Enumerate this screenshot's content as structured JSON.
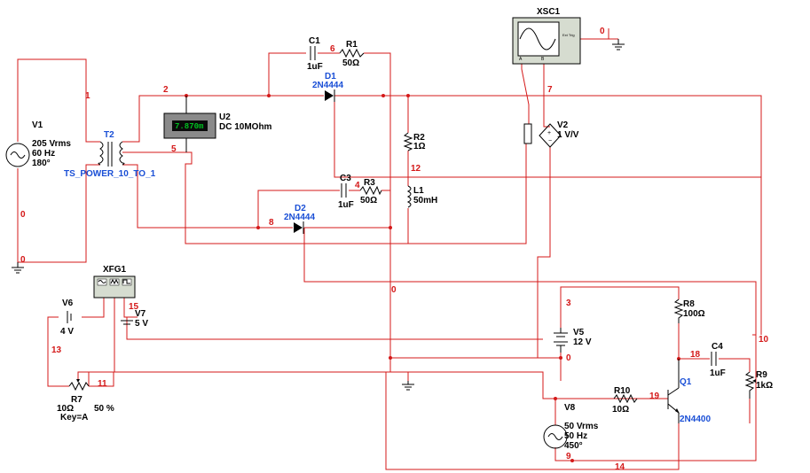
{
  "colors": {
    "wire": "#d41818",
    "device_label": "#1a4fd6",
    "text": "#000000",
    "meter_display": "#00c020"
  },
  "nets": [
    "1",
    "2",
    "0",
    "0",
    "5",
    "6",
    "4",
    "7",
    "12",
    "8",
    "3",
    "0",
    "10",
    "18",
    "19",
    "13",
    "11",
    "15",
    "9",
    "14",
    "0"
  ],
  "components": {
    "v1": {
      "ref": "V1",
      "values": [
        "205 Vrms",
        "60 Hz",
        "180°"
      ]
    },
    "t2": {
      "ref": "T2",
      "model": "TS_POWER_10_TO_1"
    },
    "u2": {
      "ref": "U2",
      "mode": "DC  10MOhm",
      "reading": "7.870m"
    },
    "c1": {
      "ref": "C1",
      "value": "1uF"
    },
    "r1": {
      "ref": "R1",
      "value": "50Ω"
    },
    "d1": {
      "ref": "D1",
      "model": "2N4444"
    },
    "xsc1": {
      "ref": "XSC1",
      "panel_text": "Ext Trig",
      "ch_a": "A",
      "ch_b": "B"
    },
    "v2": {
      "ref": "V2",
      "value": "1 V/V"
    },
    "r2": {
      "ref": "R2",
      "value": "1Ω"
    },
    "l1": {
      "ref": "L1",
      "value": "50mH"
    },
    "c3": {
      "ref": "C3",
      "value": "1uF"
    },
    "r3": {
      "ref": "R3",
      "value": "50Ω"
    },
    "d2": {
      "ref": "D2",
      "model": "2N4444"
    },
    "xfg1": {
      "ref": "XFG1"
    },
    "v6": {
      "ref": "V6",
      "value": "4 V"
    },
    "v7": {
      "ref": "V7",
      "value": "5 V"
    },
    "r7": {
      "ref": "R7",
      "value": "10Ω",
      "setting": "50 %",
      "key": "Key=A"
    },
    "v5": {
      "ref": "V5",
      "value": "12 V"
    },
    "r8": {
      "ref": "R8",
      "value": "100Ω"
    },
    "c4": {
      "ref": "C4",
      "value": "1uF"
    },
    "r9": {
      "ref": "R9",
      "value": "1kΩ"
    },
    "q1": {
      "ref": "Q1",
      "model": "2N4400"
    },
    "r10": {
      "ref": "R10",
      "value": "10Ω"
    },
    "v8": {
      "ref": "V8",
      "values": [
        "50 Vrms",
        "50 Hz",
        "450°"
      ]
    }
  }
}
